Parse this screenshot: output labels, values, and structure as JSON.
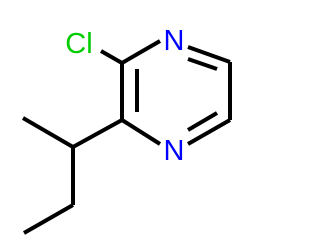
{
  "molecule": {
    "atoms": {
      "chlorine": {
        "label": "Cl",
        "color": "#00cc00"
      },
      "nitrogen_top": {
        "label": "N",
        "color": "#0000ff"
      },
      "nitrogen_bottom": {
        "label": "N",
        "color": "#0000ff"
      }
    },
    "bond_color": "#000000"
  }
}
